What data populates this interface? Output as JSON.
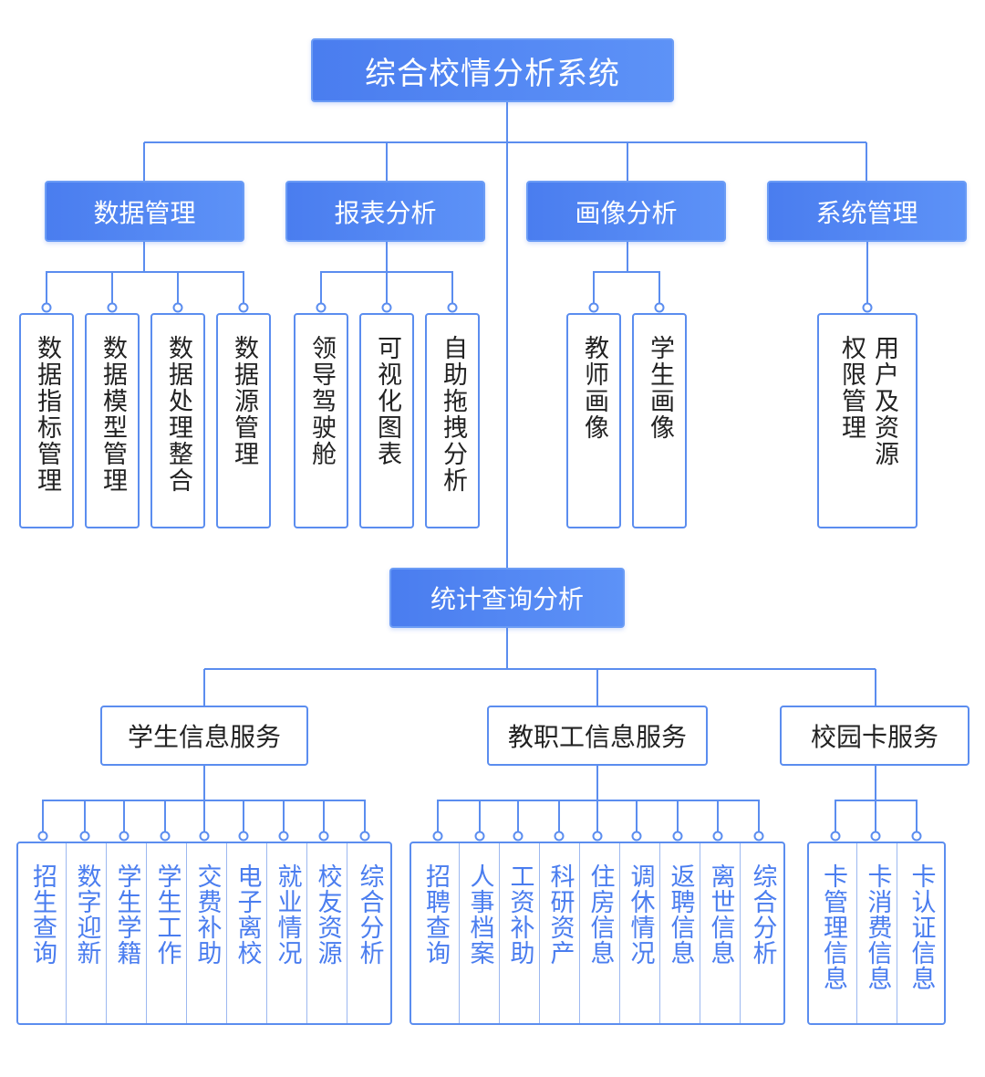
{
  "root": {
    "title": "综合校情分析系统"
  },
  "modules": [
    {
      "label": "数据管理",
      "items": [
        "数据指标管理",
        "数据模型管理",
        "数据处理整合",
        "数据源管理"
      ]
    },
    {
      "label": "报表分析",
      "items": [
        "领导驾驶舱",
        "可视化图表",
        "自助拖拽分析"
      ]
    },
    {
      "label": "画像分析",
      "items": [
        "教师画像",
        "学生画像"
      ]
    },
    {
      "label": "系统管理",
      "items": [
        "用户及资源权限管理"
      ]
    }
  ],
  "stats": {
    "label": "统计查询分析"
  },
  "services": [
    {
      "label": "学生信息服务",
      "items": [
        "招生查询",
        "数字迎新",
        "学生学籍",
        "学生工作",
        "交费补助",
        "电子离校",
        "就业情况",
        "校友资源",
        "综合分析"
      ]
    },
    {
      "label": "教职工信息服务",
      "items": [
        "招聘查询",
        "人事档案",
        "工资补助",
        "科研资产",
        "住房信息",
        "调休情况",
        "返聘信息",
        "离世信息",
        "综合分析"
      ]
    },
    {
      "label": "校园卡服务",
      "items": [
        "卡管理信息",
        "卡消费信息",
        "卡认证信息"
      ]
    }
  ],
  "colors": {
    "primary": "#4a7def",
    "line": "#5b8def"
  }
}
